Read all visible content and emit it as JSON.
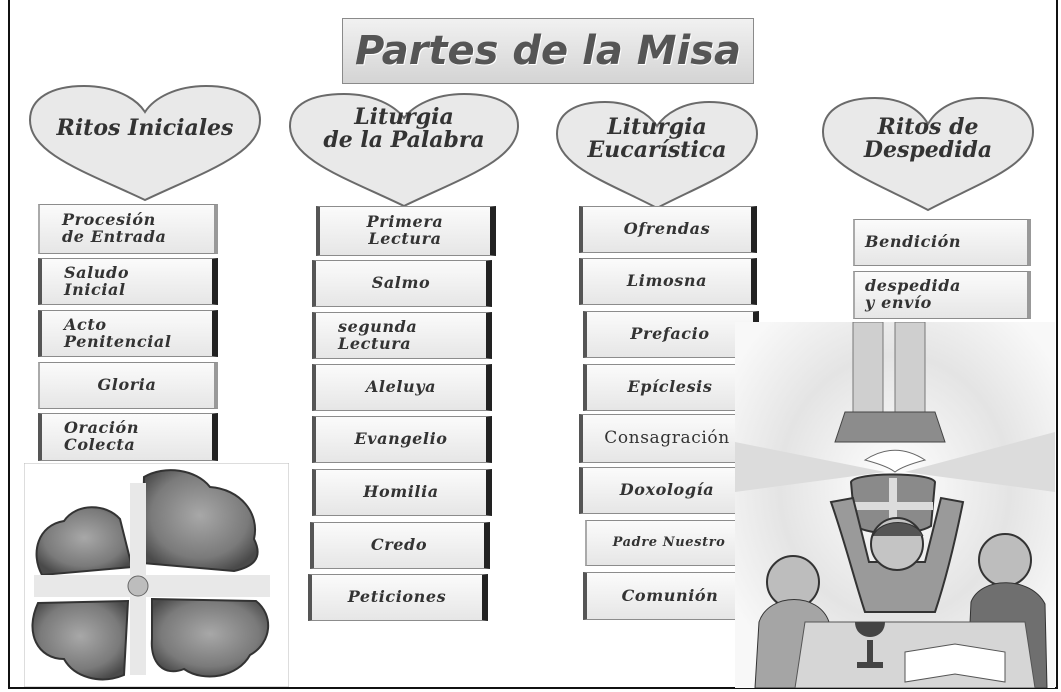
{
  "title": "Partes de la Misa",
  "columns": [
    {
      "heading_lines": [
        "Ritos Iniciales"
      ],
      "items": [
        [
          "Procesión",
          "de Entrada"
        ],
        [
          "Saludo",
          "Inicial"
        ],
        [
          "Acto",
          "Penitencial"
        ],
        [
          "Gloria"
        ],
        [
          "Oración",
          "Colecta"
        ]
      ]
    },
    {
      "heading_lines": [
        "Liturgia",
        "de la Palabra"
      ],
      "items": [
        [
          "Primera",
          "Lectura"
        ],
        [
          "Salmo"
        ],
        [
          "segunda",
          "Lectura"
        ],
        [
          "Aleluya"
        ],
        [
          "Evangelio"
        ],
        [
          "Homilia"
        ],
        [
          "Credo"
        ],
        [
          "Peticiones"
        ]
      ]
    },
    {
      "heading_lines": [
        "Liturgia",
        "Eucarística"
      ],
      "items": [
        [
          "Ofrendas"
        ],
        [
          "Limosna"
        ],
        [
          "Prefacio"
        ],
        [
          "Epíclesis"
        ],
        [
          "Consagración"
        ],
        [
          "Doxología"
        ],
        [
          "Padre Nuestro"
        ],
        [
          "Comunión"
        ]
      ]
    },
    {
      "heading_lines": [
        "Ritos de",
        "Despedida"
      ],
      "items": [
        [
          "Bendición"
        ],
        [
          "despedida",
          "y envío"
        ]
      ]
    }
  ],
  "illustrations": [
    {
      "name": "bread-cross-icon"
    },
    {
      "name": "eucharist-scene-icon"
    }
  ]
}
